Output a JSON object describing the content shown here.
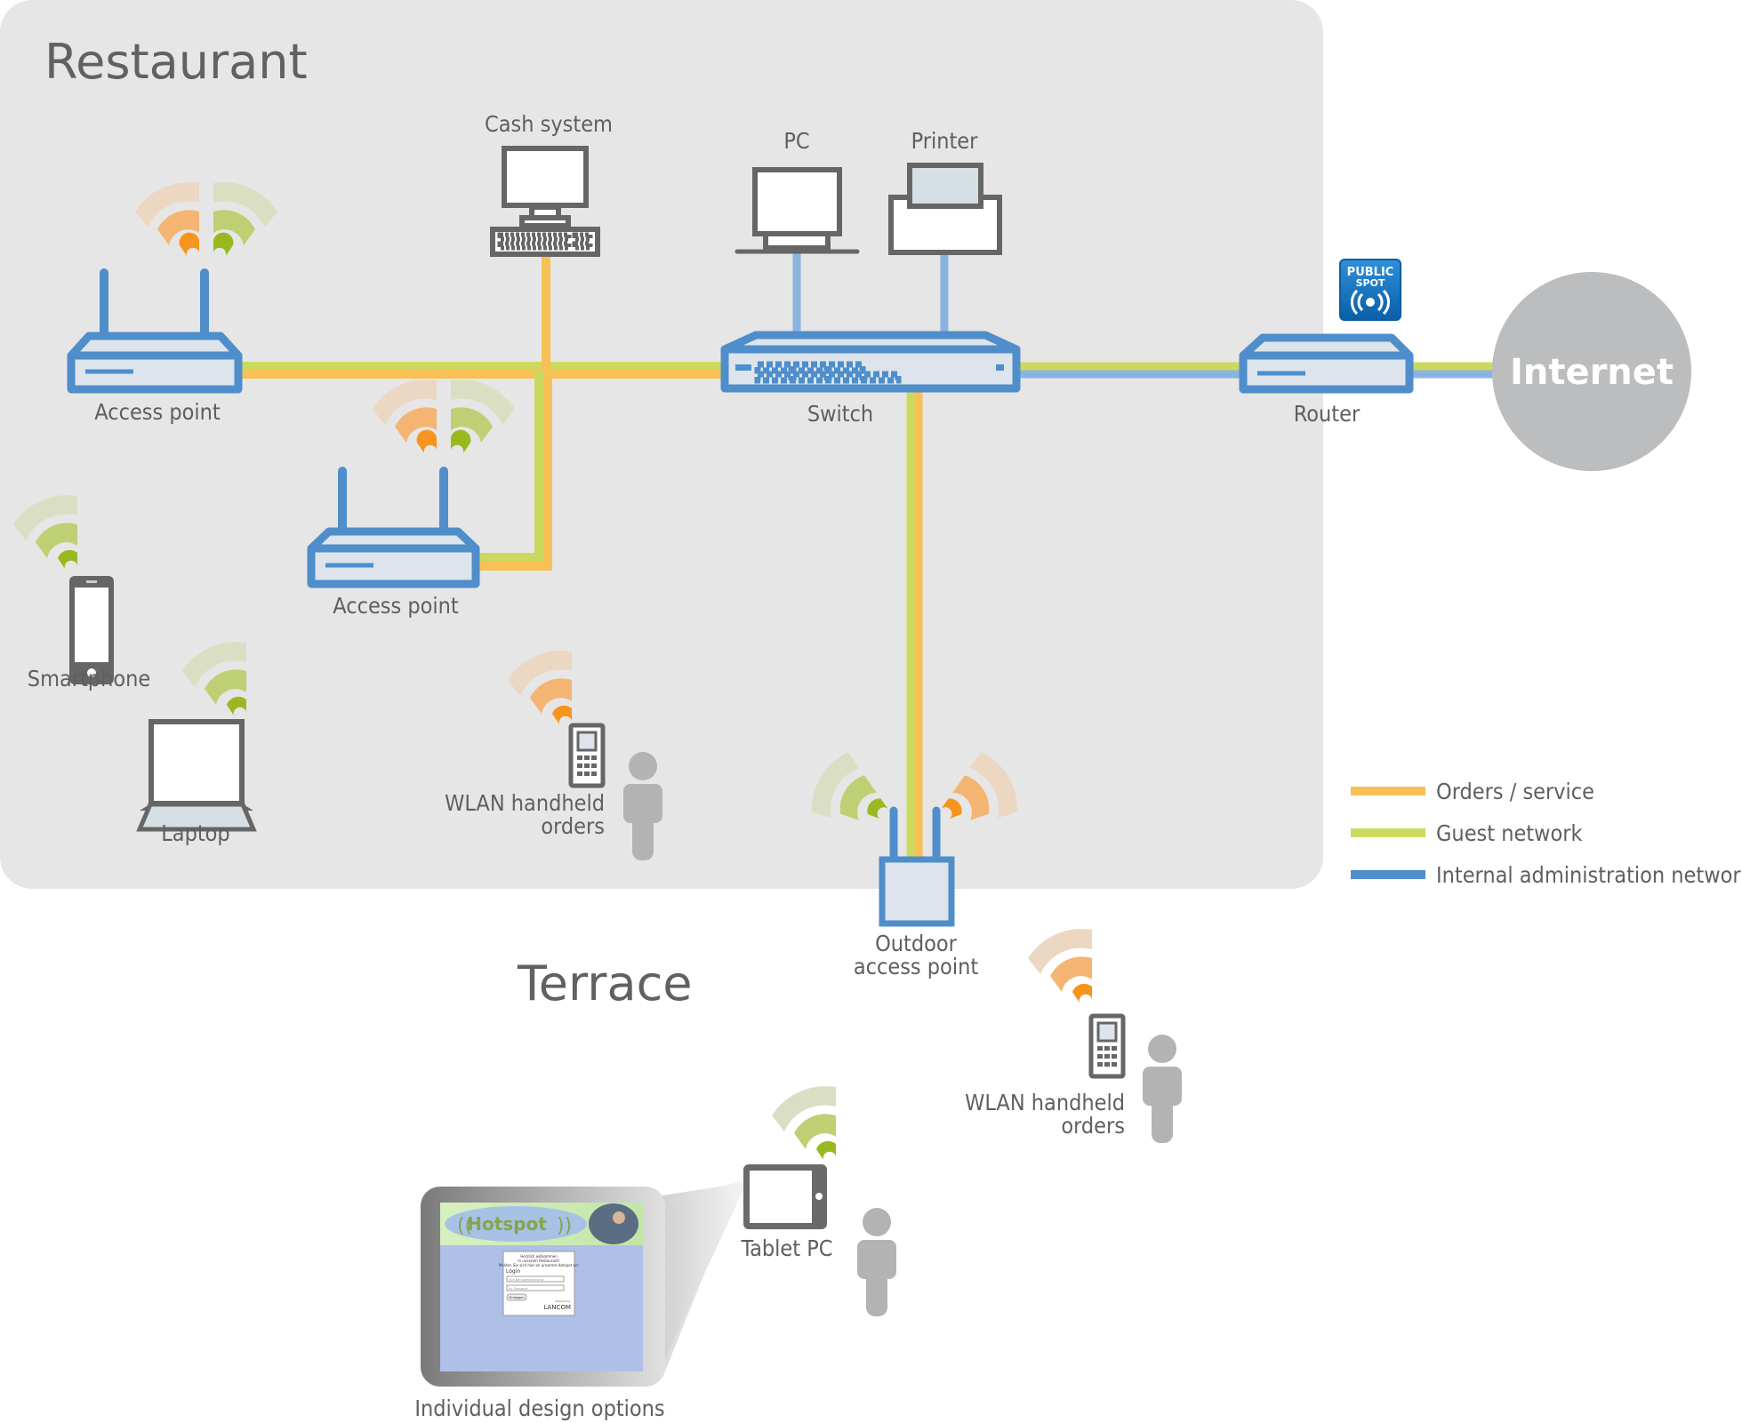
{
  "areas": {
    "restaurant": "Restaurant",
    "terrace": "Terrace"
  },
  "devices": {
    "cash_system": "Cash system",
    "pc": "PC",
    "printer": "Printer",
    "access_point_1": "Access point",
    "access_point_2": "Access point",
    "switch": "Switch",
    "router": "Router",
    "internet": "Internet",
    "public_spot_line1": "PUBLIC",
    "public_spot_line2": "SPOT",
    "smartphone": "Smartphone",
    "laptop": "Laptop",
    "handheld_indoor_line1": "WLAN handheld",
    "handheld_indoor_line2": "orders",
    "outdoor_ap_line1": "Outdoor",
    "outdoor_ap_line2": "access point",
    "handheld_outdoor_line1": "WLAN handheld",
    "handheld_outdoor_line2": "orders",
    "tablet": "Tablet PC",
    "design_options": "Individual design options"
  },
  "hotspot_page": {
    "banner": "Hotspot",
    "welcome_1": "Herzlich willkommen",
    "welcome_2": "in unserem Restaurant!",
    "welcome_3": "Melden Sie sich hier an unserem Hotspot an!",
    "login_title": "Login",
    "user_placeholder": "Ihre Benutzerkennung",
    "password_placeholder": "Ihr Passwort",
    "login_button": "Einloggen",
    "powered_by": "Powered by",
    "brand": "LANCOM"
  },
  "legend": [
    {
      "label": "Orders / service",
      "color": "#f7c155"
    },
    {
      "label": "Guest network",
      "color": "#cbd95f"
    },
    {
      "label": "Internal administration network",
      "color": "#4f8ecb"
    }
  ],
  "colors": {
    "orders": "#f7c155",
    "guest": "#cbd95f",
    "admin": "#8ab4e0",
    "device_blue": "#4f8ecb",
    "panel": "#e6e6e6"
  }
}
